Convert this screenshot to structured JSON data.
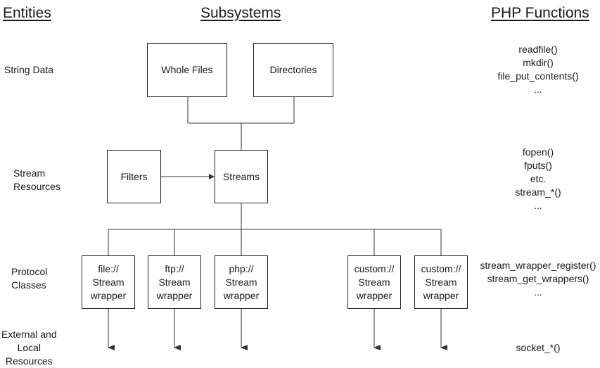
{
  "headings": {
    "entities": "Entities",
    "subsystems": "Subsystems",
    "php_functions": "PHP Functions"
  },
  "rows": [
    {
      "label": [
        "String Data"
      ]
    },
    {
      "label": [
        "Stream",
        "Resources"
      ]
    },
    {
      "label": [
        "Protocol",
        "Classes"
      ]
    },
    {
      "label": [
        "External and",
        "Local",
        "Resources"
      ]
    }
  ],
  "functions": [
    [
      "readfile()",
      "mkdir()",
      "file_put_contents()",
      "..."
    ],
    [
      "fopen()",
      "fputs()",
      "etc.",
      "stream_*()",
      "..."
    ],
    [
      "stream_wrapper_register()",
      "stream_get_wrappers()",
      "..."
    ],
    [
      "socket_*()"
    ]
  ],
  "boxes": {
    "whole_files": [
      "Whole Files"
    ],
    "directories": [
      "Directories"
    ],
    "filters": [
      "Filters"
    ],
    "streams": [
      "Streams"
    ],
    "file_wrapper": [
      "file://",
      "Stream",
      "wrapper"
    ],
    "ftp_wrapper": [
      "ftp://",
      "Stream",
      "wrapper"
    ],
    "php_wrapper": [
      "php://",
      "Stream",
      "wrapper"
    ],
    "custom_wrapper_1": [
      "custom://",
      "Stream",
      "wrapper"
    ],
    "custom_wrapper_2": [
      "custom://",
      "Stream",
      "wrapper"
    ]
  }
}
